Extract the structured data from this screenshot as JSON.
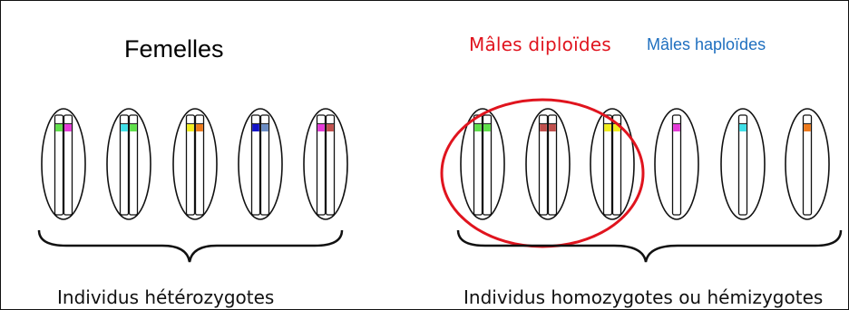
{
  "labels": {
    "females": "Femelles",
    "diploid_males": "Mâles diploïdes",
    "haploid_males": "Mâles haploïdes",
    "heterozygous": "Individus hétérozygotes",
    "homozygous": "Individus homozygotes ou hémizygotes"
  },
  "colors": {
    "diploid_circle": "#e0141e",
    "haploid_label": "#1f6fbf",
    "outline": "#111111"
  },
  "individuals": [
    {
      "group": "female",
      "alleles": [
        "#5fe04a",
        "#e53ad8"
      ]
    },
    {
      "group": "female",
      "alleles": [
        "#3ee0e8",
        "#5fe04a"
      ]
    },
    {
      "group": "female",
      "alleles": [
        "#f2ee1e",
        "#ee7a1c"
      ]
    },
    {
      "group": "female",
      "alleles": [
        "#1414c8",
        "#6a8cc4"
      ]
    },
    {
      "group": "female",
      "alleles": [
        "#e53ad8",
        "#c0504d"
      ]
    },
    {
      "group": "diploid-male",
      "alleles": [
        "#5fe04a",
        "#5fe04a"
      ]
    },
    {
      "group": "diploid-male",
      "alleles": [
        "#c0504d",
        "#c0504d"
      ]
    },
    {
      "group": "diploid-male",
      "alleles": [
        "#f2ee1e",
        "#f2ee1e"
      ]
    },
    {
      "group": "haploid-male",
      "alleles": [
        "#e53ad8"
      ]
    },
    {
      "group": "haploid-male",
      "alleles": [
        "#3ee0e8"
      ]
    },
    {
      "group": "haploid-male",
      "alleles": [
        "#ee7a1c"
      ]
    }
  ]
}
